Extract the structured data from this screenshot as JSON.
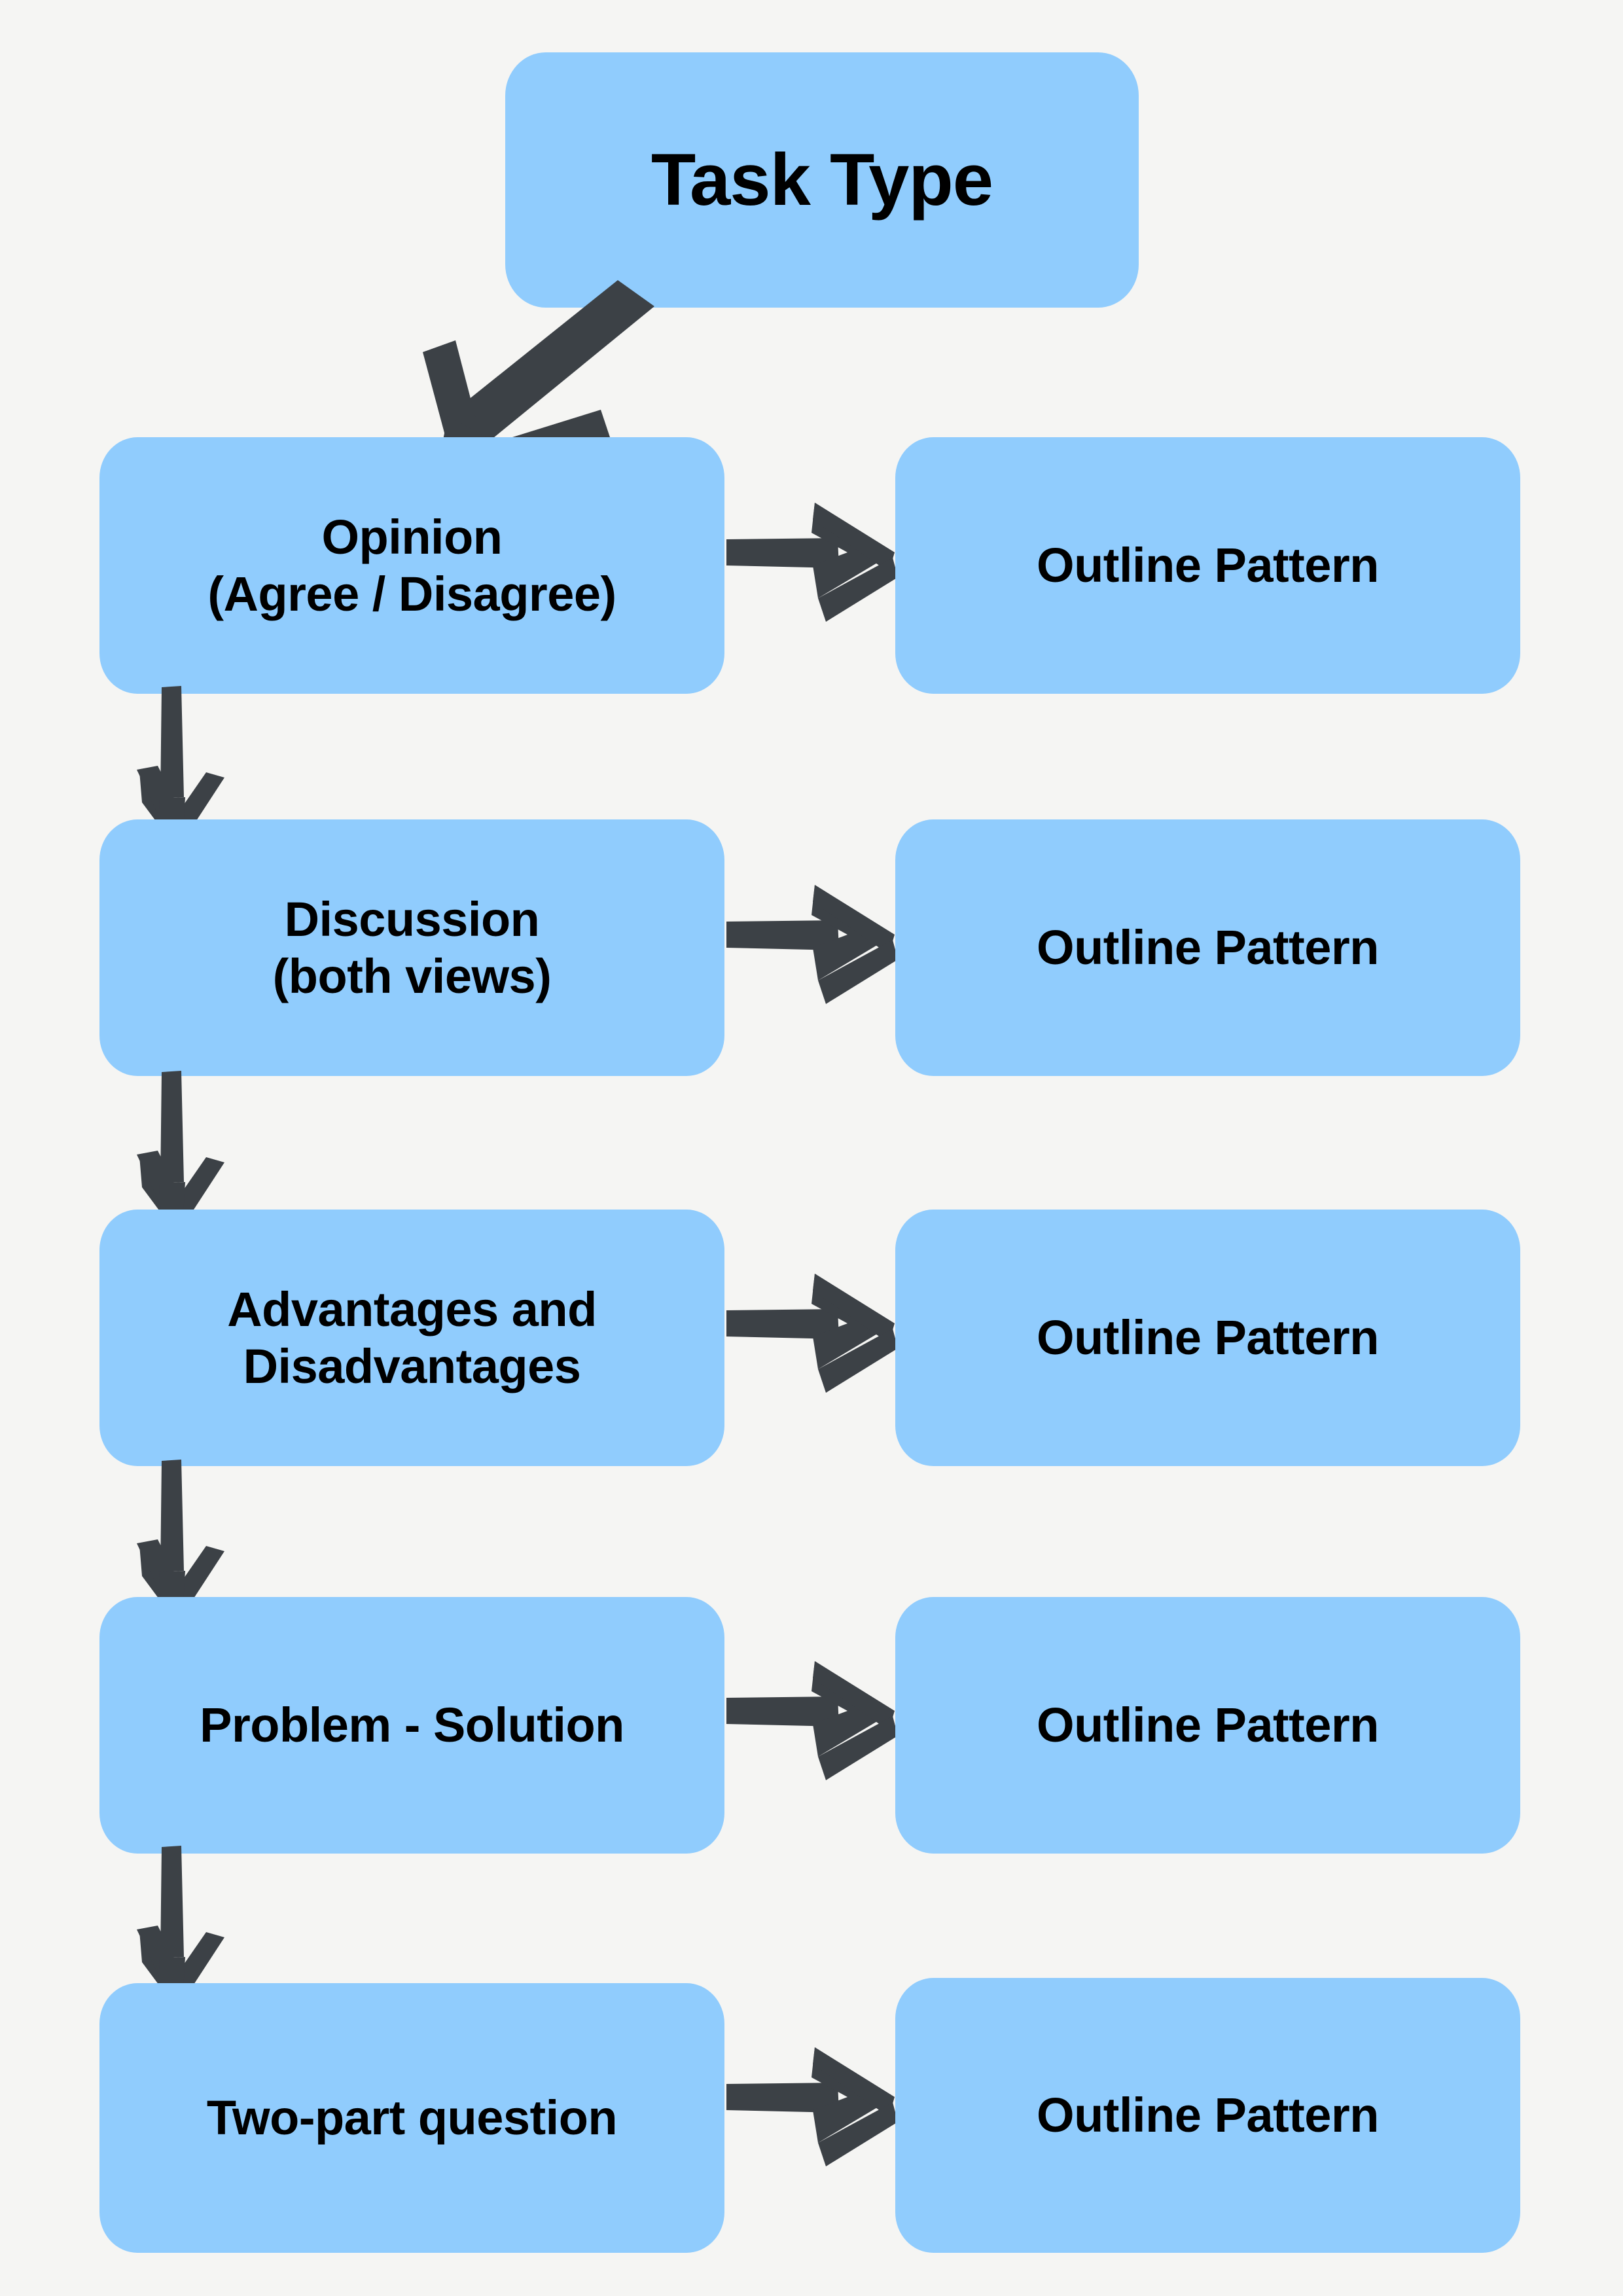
{
  "page": {
    "background_color": "#f5f5f3",
    "node_color": "#90ccfd",
    "arrow_color": "#3c4146",
    "text_color": "#000000"
  },
  "header": {
    "title": "Task Type"
  },
  "rows": [
    {
      "task_label": "Opinion\n(Agree / Disagree)",
      "outline_label": "Outline Pattern"
    },
    {
      "task_label": "Discussion\n(both views)",
      "outline_label": "Outline Pattern"
    },
    {
      "task_label": "Advantages and\nDisadvantages",
      "outline_label": "Outline Pattern"
    },
    {
      "task_label": "Problem - Solution",
      "outline_label": "Outline Pattern"
    },
    {
      "task_label": "Two-part question",
      "outline_label": "Outline Pattern"
    }
  ],
  "arrows": {
    "diagonal_from_header": "arrow-down-left",
    "vertical_between_tasks": "arrow-down",
    "horizontal_task_to_outline": "arrow-right"
  }
}
